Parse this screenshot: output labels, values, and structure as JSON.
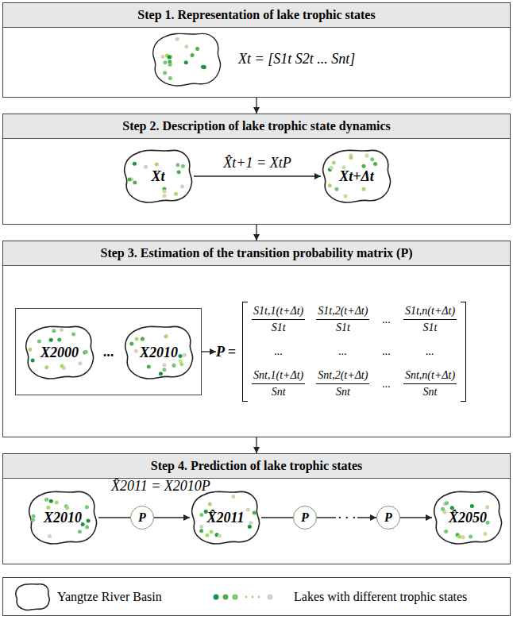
{
  "diagram": {
    "nodes": [
      {
        "text": [
          "Step 1. Representation of lake trophic states"
        ]
      },
      {
        "text": [
          "Step 2. Description of lake trophic state dynamics"
        ]
      },
      {
        "text": [
          "Xt"
        ],
        "in": 1
      },
      {
        "text": [
          "Xt+Δt"
        ],
        "in": 1
      },
      {
        "text": [
          "Step 3. Estimation of the transition probability matrix (P)"
        ]
      },
      {
        "text": [
          "..."
        ],
        "in": 4
      },
      {
        "text": [
          "X2000"
        ],
        "in": 5
      },
      {
        "text": [
          "X2010"
        ],
        "in": 5
      },
      {
        "text": [
          "P =",
          "S1t,1(t+Δt)",
          "S1t",
          "S1t,2(t+Δt)",
          "S1t",
          "...",
          "S1t,n(t+Δt)",
          "S1t",
          "...",
          "...",
          "...",
          "...",
          "Snt,1(t+Δt)",
          "Snt",
          "Snt,2(t+Δt)",
          "Snt",
          "...",
          "Snt,n(t+Δt)",
          "Snt"
        ],
        "in": 4
      },
      {
        "text": [
          "Step 4. Prediction of lake trophic states"
        ]
      },
      {
        "text": [
          "X2010"
        ],
        "in": 9
      },
      {
        "text": [
          "P"
        ],
        "in": 9
      },
      {
        "text": [
          "X̂2011"
        ],
        "in": 9
      },
      {
        "text": [
          "P"
        ],
        "in": 9
      },
      {
        "text": [
          "P"
        ],
        "in": 9
      },
      {
        "text": [
          "X̂2050"
        ],
        "in": 9
      }
    ],
    "edges": [
      {
        "from": 0,
        "to": 1,
        "arrow": "to"
      },
      {
        "from": 1,
        "to": 4,
        "arrow": "to"
      },
      {
        "from": 4,
        "to": 9,
        "arrow": "to"
      },
      {
        "from": 2,
        "to": 3,
        "arrow": "to",
        "label": "X̂t+1 = XtP"
      },
      {
        "from": 5,
        "to": 8,
        "arrow": "to"
      },
      {
        "from": 10,
        "to": 11,
        "arrow": "none"
      },
      {
        "from": 11,
        "to": 12,
        "arrow": "to"
      },
      {
        "from": 12,
        "to": 13,
        "arrow": "none"
      },
      {
        "from": 13,
        "to": 14,
        "arrow": "to",
        "label": "· · ·"
      },
      {
        "from": 14,
        "to": 15,
        "arrow": "to"
      }
    ],
    "labels": [
      "Xt = [S1t S2t ... Snt]",
      "X̂2011 = X2010P"
    ],
    "legend": [
      {
        "text": "Yangtze River Basin"
      },
      {
        "text": "Lakes with different trophic states"
      }
    ]
  }
}
